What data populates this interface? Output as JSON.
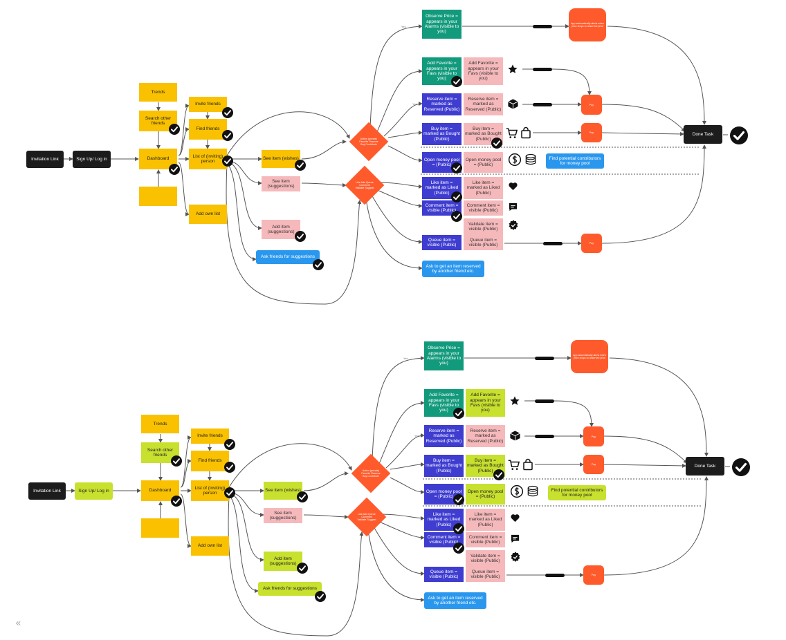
{
  "flow_top": {
    "invitation_link": "Invitation Link",
    "sign_up": "Sign Up/ Log in",
    "trends": "Trends",
    "search_friends": "Search other friends",
    "dashboard": "Dashboard",
    "invite_friends": "Invite friends",
    "find_friends": "Find friends",
    "list_inviting": "List of (inviting) person",
    "add_own_list": "Add own list",
    "see_item_wishes": "See item (wishes)",
    "see_item_suggestions": "See item (suggestions)",
    "add_item_suggestions": "Add item (suggestions)",
    "ask_friends": "Ask friends for suggestions",
    "observe_price": "Observe Price = appears in your Alarms (visible to you)",
    "add_favorite_a": "Add Favorite = appears in your Favs (visible to you)",
    "add_favorite_b": "Add Favorite = appears in your Favs (visible to you)",
    "reserve_a": "Reserve item = marked as Reserved (Public)",
    "reserve_b": "Reserve item = marked as Reserved (Public)",
    "buy_a": "Buy item = marked as Bought (Public)",
    "buy_b": "Buy item = marked as Bought (Public)",
    "open_pool_a": "Open money pool = (Public)",
    "open_pool_b": "Open money pool = (Public)",
    "like_a": "Like item = marked as Liked (Public)",
    "like_b": "Like item = marked as Liked (Public)",
    "comment_a": "Comment item = visible (Public)",
    "comment_b": "Comment item = visible (Public)",
    "validate": "Validate item = visible (Public)",
    "queue_a": "Queue item = visible (Public)",
    "queue_b": "Queue item = visible (Public)",
    "ask_reserved": "Ask to get an item reserved by another friend etc.",
    "find_contributors": "Find potential contributors for money pool",
    "done_task": "Done Task",
    "orange_big": "App automatically alerts when price drops to observed price",
    "orange_small": "Pay",
    "diamond1": "Action (private) Favorite Reserve Buy Contribute",
    "diamond2": "Like Add Queue Comment Validate Suggest",
    "edge_yes": "Yes"
  },
  "flow_bottom": {
    "invitation_link": "Invitation Link",
    "sign_up": "Sign Up/ Log in",
    "trends": "Trends",
    "search_friends": "Search other friends",
    "dashboard": "Dashboard",
    "invite_friends": "Invite friends",
    "find_friends": "Find friends",
    "list_inviting": "List of (inviting) person",
    "add_own_list": "Add own list",
    "see_item_wishes": "See item (wishes)",
    "see_item_suggestions": "See item (suggestions)",
    "add_item_suggestions": "Add item (suggestions)",
    "ask_friends": "Ask friends for suggestions",
    "observe_price": "Observe Price = appears in your Alarms (visible to you)",
    "add_favorite_a": "Add Favorite = appears in your Favs (visible to you)",
    "add_favorite_b": "Add Favorite = appears in your Favs (visible to you)",
    "reserve_a": "Reserve item = marked as Reserved (Public)",
    "reserve_b": "Reserve item = marked as Reserved (Public)",
    "buy_a": "Buy item = marked as Bought (Public)",
    "buy_b": "Buy item = marked as Bought (Public)",
    "open_pool_a": "Open money pool = (Public)",
    "open_pool_b": "Open money pool = (Public)",
    "like_a": "Like item = marked as Liked (Public)",
    "like_b": "Like item = marked as Liked (Public)",
    "comment_a": "Comment item = visible (Public)",
    "comment_b": "Comment item = visible (Public)",
    "validate": "Validate item = visible (Public)",
    "queue_a": "Queue item = visible (Public)",
    "queue_b": "Queue item = visible (Public)",
    "ask_reserved": "Ask to get an item reserved by another friend etc.",
    "find_contributors": "Find potential contributors for money pool",
    "done_task": "Done Task",
    "orange_big": "App automatically alerts when price drops to observed price",
    "orange_small": "Pay",
    "diamond1": "Action (private) Favorite Reserve Buy Contribute",
    "diamond2": "Like Add Queue Comment Validate Suggest",
    "edge_yes": "Yes"
  },
  "icons": [
    "star-icon",
    "box-icon",
    "cart-icon",
    "bag-icon",
    "dollar-coin-icon",
    "coin-stack-icon",
    "heart-icon",
    "chat-bubble-icon",
    "badge-check-icon",
    "check-circle-icon"
  ],
  "collapse_label": "«",
  "colors": {
    "dark": "#1c1c1c",
    "yellow": "#f9c100",
    "lime": "#c8e02e",
    "pink": "#f6b9bb",
    "teal": "#129a7c",
    "indigo": "#3f3dd0",
    "orange": "#ff5a2b",
    "blue": "#2a97ee",
    "edge": "#555555"
  }
}
